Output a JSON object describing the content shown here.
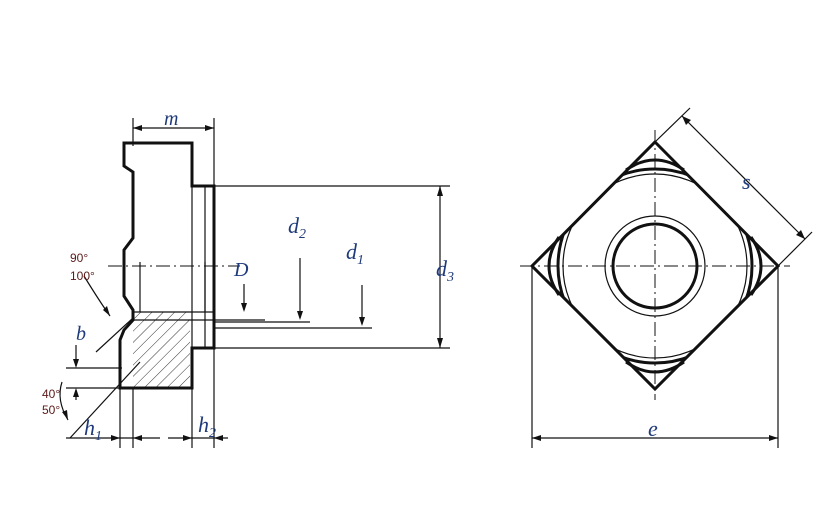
{
  "labels": {
    "m": "m",
    "d2_base": "d",
    "d2_sub": "2",
    "d1_base": "d",
    "d1_sub": "1",
    "d3_base": "d",
    "d3_sub": "3",
    "D": "D",
    "b": "b",
    "h1_base": "h",
    "h1_sub": "1",
    "h2_base": "h",
    "h2_sub": "2",
    "s": "s",
    "e": "e"
  },
  "angles": {
    "a90": "90°",
    "a100": "100°",
    "a40": "40°",
    "a50": "50°"
  },
  "colors": {
    "label": "#1f3a7a",
    "angle": "#5a1a1a",
    "line": "#111111"
  }
}
